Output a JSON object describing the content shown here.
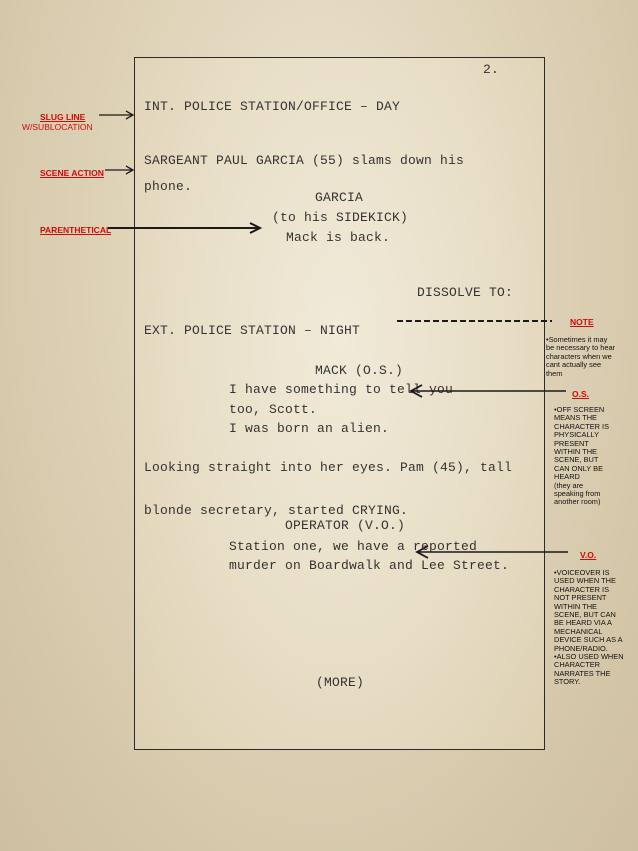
{
  "page_number": "2.",
  "script": {
    "slug1": "INT. POLICE STATION/OFFICE – DAY",
    "action1_line1": "SARGEANT PAUL GARCIA (55) slams down his",
    "action1_line2": "phone.",
    "char1": "GARCIA",
    "paren1": "(to his SIDEKICK)",
    "dialog1": "Mack is back.",
    "transition": "DISSOLVE TO:",
    "slug2": "EXT. POLICE STATION – NIGHT",
    "char2": "MACK (O.S.)",
    "dialog2": [
      "I have something to tell you",
      "too, Scott.",
      "I was born an alien."
    ],
    "action2_line1": "Looking straight into her eyes. Pam (45), tall",
    "action2_line2": "blonde secretary, started CRYING.",
    "char3": "OPERATOR (V.O.)",
    "dialog3": [
      "Station one, we have a reported",
      "murder on Boardwalk and Lee Street."
    ],
    "more": "(MORE)"
  },
  "annotations": {
    "slug_line": "SLUG LINE",
    "slug_sub": "W/SUBLOCATION",
    "scene_action": "SCENE ACTION",
    "parenthetical": "PARENTHETICAL",
    "note": {
      "title": "NOTE",
      "lines": [
        "•Sometimes it may",
        "be necessary to hear",
        "characters when we",
        "cant actually see",
        "them"
      ]
    },
    "os": {
      "title": "O.S.",
      "lines": [
        "•OFF SCREEN",
        "MEANS THE",
        "CHARACTER IS",
        "PHYSICALLY",
        "PRESENT",
        "WITHIN THE",
        "SCENE, BUT",
        "CAN ONLY BE",
        "HEARD",
        "(they are",
        "speaking from",
        "another room)"
      ]
    },
    "vo": {
      "title": "V.O.",
      "lines": [
        "•VOICEOVER IS",
        "USED WHEN THE",
        "CHARACTER IS",
        "NOT PRESENT",
        "WITHIN THE",
        "SCENE, BUT CAN",
        "BE HEARD VIA A",
        "MECHANICAL",
        "DEVICE SUCH AS A",
        "PHONE/RADIO.",
        "•ALSO USED WHEN",
        "CHARACTER",
        "NARRATES THE",
        "STORY."
      ]
    }
  },
  "colors": {
    "annotation": "#d20a0a",
    "arrow": "#1a1a1a"
  },
  "icons": [
    "arrow-right-icon",
    "arrow-left-icon"
  ]
}
